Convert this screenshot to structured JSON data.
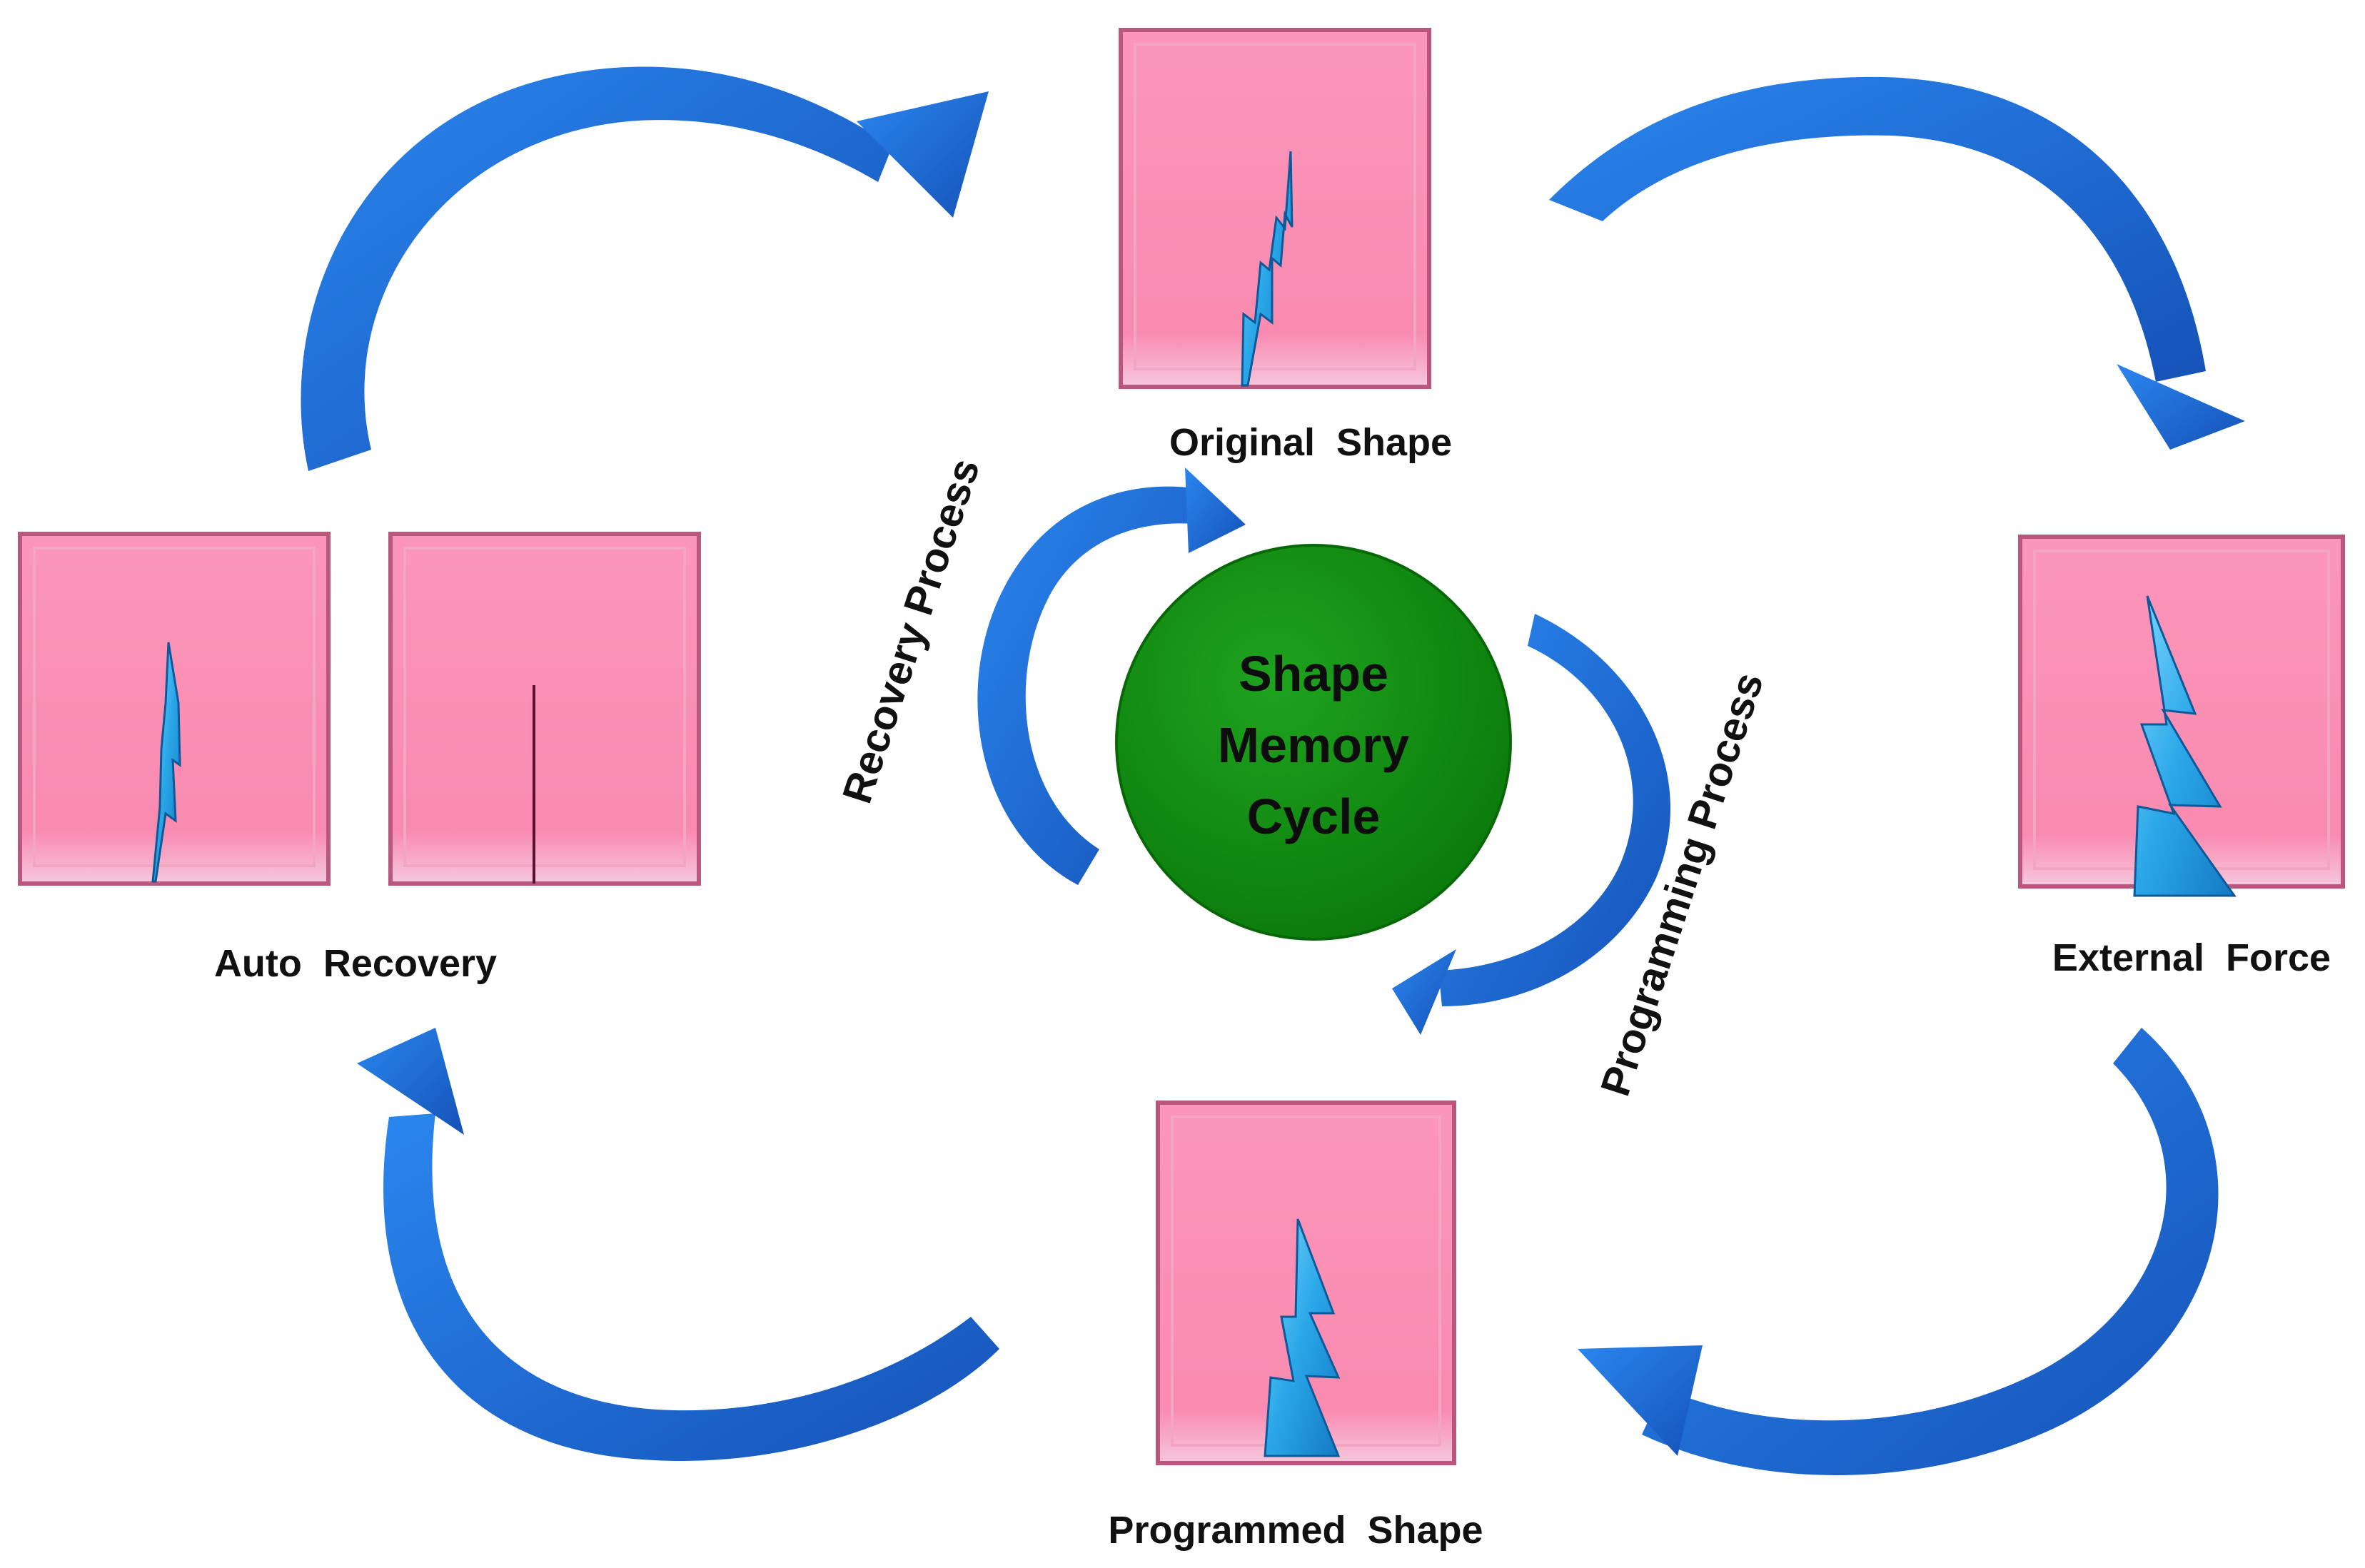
{
  "diagram": {
    "center": {
      "lines": [
        "Shape",
        "Memory",
        "Cycle"
      ]
    },
    "stages": {
      "original": "Original  Shape",
      "external": "External  Force",
      "programmed": "Programmed  Shape",
      "auto_recovery": "Auto  Recovery"
    },
    "processes": {
      "recovery": "Recovery Process",
      "programming": "Programming Process"
    }
  },
  "colors": {
    "block_fill": "#f98ab0",
    "block_border": "#c85a82",
    "arrow": "#1f6fd6",
    "crack": "#35a9e6",
    "circle": "#0f8a0f"
  },
  "icons": [
    "curved-arrow-icon",
    "crack-icon"
  ]
}
